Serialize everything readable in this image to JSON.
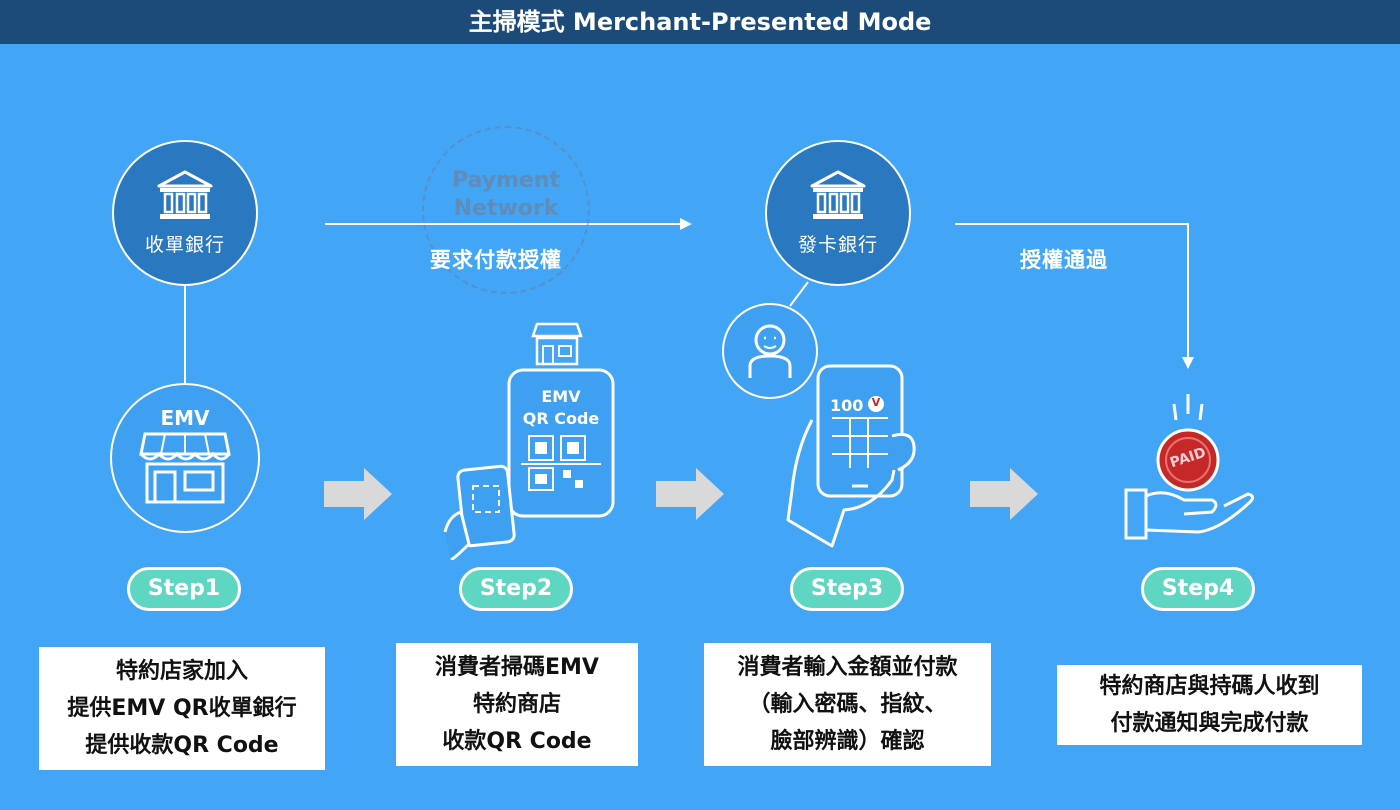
{
  "header": {
    "title": "主掃模式 Merchant-Presented Mode"
  },
  "nodes": {
    "acquiring_bank": "收單銀行",
    "issuing_bank": "發卡銀行",
    "payment_network": [
      "Payment",
      "Network"
    ],
    "merchant_logo_text": "EMV",
    "qr_card": [
      "EMV",
      "QR Code"
    ],
    "phone_amount": "100",
    "phone_badge": "V",
    "coin_text": "PAID"
  },
  "edges": {
    "request_auth": "要求付款授權",
    "auth_approved": "授權通過"
  },
  "steps": [
    {
      "label": "Step1",
      "lines": [
        "特約店家加入",
        "提供EMV QR收單銀行",
        "提供收款QR Code"
      ]
    },
    {
      "label": "Step2",
      "lines": [
        "消費者掃碼EMV",
        "特約商店",
        "收款QR Code"
      ]
    },
    {
      "label": "Step3",
      "lines": [
        "消費者輸入金額並付款",
        "（輸入密碼、指紋、",
        "臉部辨識）確認"
      ]
    },
    {
      "label": "Step4",
      "lines": [
        "特約商店與持碼人收到",
        "付款通知與完成付款"
      ]
    }
  ],
  "colors": {
    "background": "#42a5f5",
    "header": "#1c4b79",
    "bank": "#2978c0",
    "step": "#5fd6c2",
    "arrow": "#d9d9d9"
  }
}
